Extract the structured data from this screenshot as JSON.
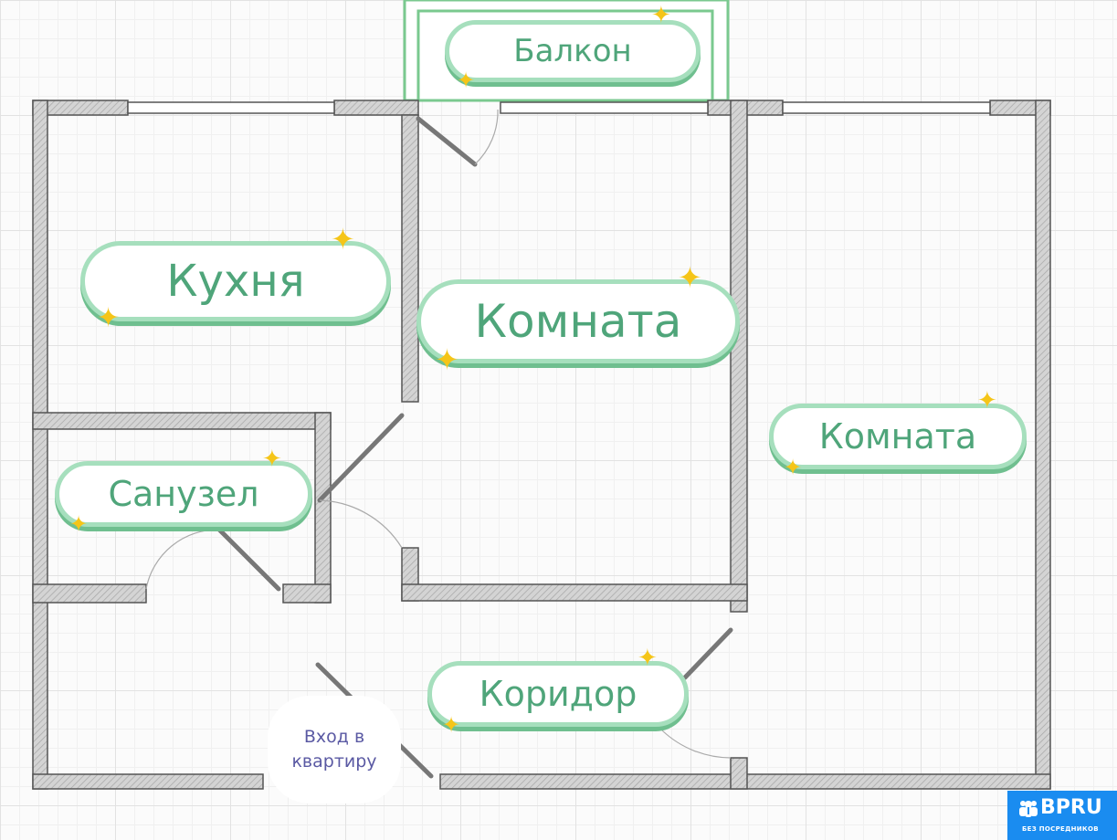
{
  "rooms": {
    "balcony": "Балкон",
    "kitchen": "Кухня",
    "room_middle": "Комната",
    "room_right": "Комната",
    "bathroom": "Санузел",
    "corridor": "Коридор"
  },
  "entrance_label": "Вход в квартиру",
  "logo": {
    "brand": "BPRU",
    "tagline": "БЕЗ ПОСРЕДНИКОВ"
  },
  "colors": {
    "label_text": "#4fa57a",
    "label_border": "#a6dfbd",
    "sparkle": "#f5c518",
    "logo_bg": "#1a8cf0",
    "entrance_text": "#5a59a3"
  }
}
